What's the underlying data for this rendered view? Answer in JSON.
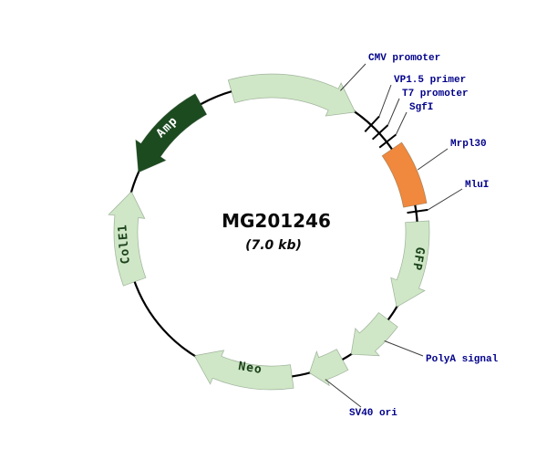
{
  "plasmid": {
    "name": "MG201246",
    "size": "(7.0 kb)",
    "features": [
      {
        "id": "cmv-promoter",
        "label": "CMV promoter",
        "kind": "arrow",
        "direction": "cw",
        "start_deg": 254,
        "end_deg": 305,
        "color": "light_green",
        "label_style": "outer"
      },
      {
        "id": "vp15-primer",
        "label": "VP1.5 primer",
        "kind": "site",
        "angle_deg": 313,
        "label_style": "outer"
      },
      {
        "id": "t7-promoter",
        "label": "T7 promoter",
        "kind": "site",
        "angle_deg": 317.5,
        "label_style": "outer"
      },
      {
        "id": "sgfi-site",
        "label": "SgfI",
        "kind": "site",
        "angle_deg": 322,
        "label_style": "outer"
      },
      {
        "id": "mrpl30-orf",
        "label": "Mrpl30",
        "kind": "block",
        "start_deg": 325.5,
        "end_deg": 349.5,
        "color": "orange",
        "label_style": "outer"
      },
      {
        "id": "mlui-site",
        "label": "MluI",
        "kind": "site",
        "angle_deg": 352,
        "label_style": "outer"
      },
      {
        "id": "gfp-tag",
        "label": "GFP",
        "kind": "arrow",
        "direction": "cw",
        "start_deg": 356,
        "end_deg": 391,
        "color": "light_green",
        "label_style": "inner"
      },
      {
        "id": "polya-signal",
        "label": "PolyA signal",
        "kind": "arrow",
        "direction": "cw",
        "start_deg": 397,
        "end_deg": 417,
        "color": "light_green",
        "label_style": "outer"
      },
      {
        "id": "sv40-ori",
        "label": "SV40 ori",
        "kind": "arrow",
        "direction": "cw",
        "start_deg": 421,
        "end_deg": 435,
        "color": "light_green",
        "label_style": "outer"
      },
      {
        "id": "neo-marker",
        "label": "Neo",
        "kind": "arrow",
        "direction": "cw",
        "start_deg": 442,
        "end_deg": 482,
        "color": "light_green",
        "label_style": "inner"
      },
      {
        "id": "cole1-origin",
        "label": "ColE1",
        "kind": "arrow",
        "direction": "cw",
        "start_deg": 160,
        "end_deg": 196,
        "color": "light_green",
        "label_style": "inner"
      },
      {
        "id": "amp-marker",
        "label": "Amp",
        "kind": "arrow",
        "direction": "ccw",
        "start_deg": 241,
        "end_deg": 204,
        "color": "dark_green",
        "label_style": "inner"
      }
    ]
  },
  "colors": {
    "light_green": "#cfe7c6",
    "dark_green": "#1c4b20",
    "orange": "#f0883e",
    "label_navy": "#00008b",
    "inner_label_dark": "#1b421b",
    "inner_label_light": "#ffffff",
    "backbone": "#000000"
  }
}
